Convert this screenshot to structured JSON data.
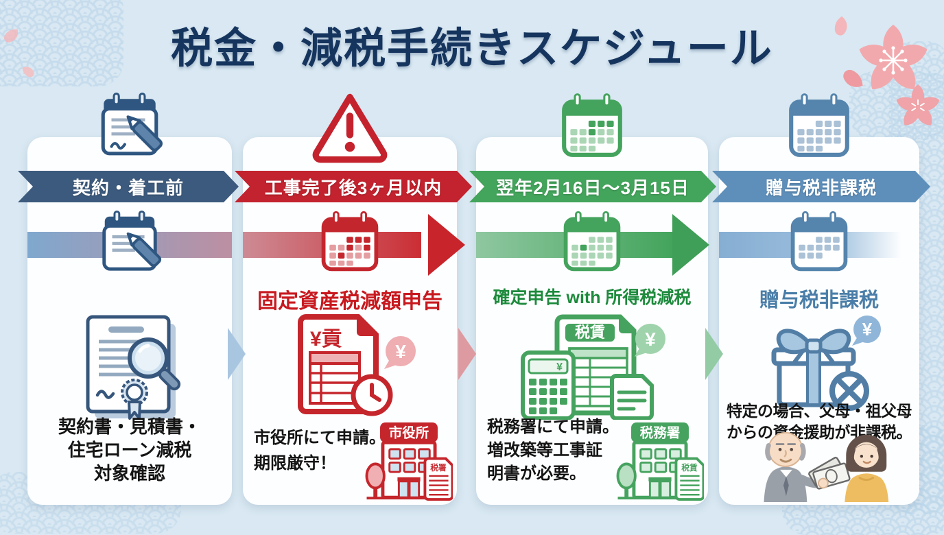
{
  "title": "税金・減税手続きスケジュール",
  "colors": {
    "background": "#d9e8f2",
    "title_navy": "#16355e",
    "banner_slate_blue": "#3c5a7d",
    "banner_red": "#c2232e",
    "banner_green": "#43a45b",
    "banner_steel_blue": "#5e8fba",
    "accent_red": "#c8191f",
    "accent_green": "#1d8a3c",
    "accent_blue": "#4a7ea8",
    "sakura_pink": "#f2a9ad"
  },
  "icons": {
    "col1_top": "notepad-pencil-icon",
    "col2_top": "warning-triangle-icon",
    "col3_top": "calendar-icon-green",
    "col4_top": "calendar-icon-blue",
    "col1_big": "contract-magnifier-icon",
    "col2_big": "invoice-clock-icon",
    "col3_big": "tax-docs-calculator-icon",
    "col4_big": "gift-tax-free-icon",
    "col2_building": "city-hall-icon",
    "col3_building": "tax-office-icon",
    "col4_people": "grandparent-gift-illustration",
    "decor": "sakura-icon, seigaiha-wave-pattern"
  },
  "yen": "¥",
  "columns": [
    {
      "banner": "契約・着工前",
      "note_lines": [
        "契約書・見積書・",
        "住宅ローン減税",
        "対象確認"
      ]
    },
    {
      "banner": "工事完了後3ヶ月以内",
      "heading": "固定資産税減額申告",
      "note_lines": [
        "市役所にて申請。",
        "期限厳守！"
      ],
      "doc_header": "¥貢",
      "bubble": "¥",
      "building_sign": "市役所",
      "building_doc_label": "税署"
    },
    {
      "banner": "翌年2月16日〜3月15日",
      "heading": "確定申告 with 所得税減税",
      "note_lines": [
        "税務署にて申請。",
        "増改築等工事証",
        "明書が必要。"
      ],
      "doc_header": "税賃",
      "calc_label": "¥",
      "bubble": "¥",
      "building_sign": "税務署",
      "building_doc_label": "税賃"
    },
    {
      "banner": "贈与税非課税",
      "heading": "贈与税非課税",
      "note_lines": [
        "特定の場合、父母・祖父母",
        "からの資金援助が非課税。"
      ],
      "bubble": "¥"
    }
  ]
}
